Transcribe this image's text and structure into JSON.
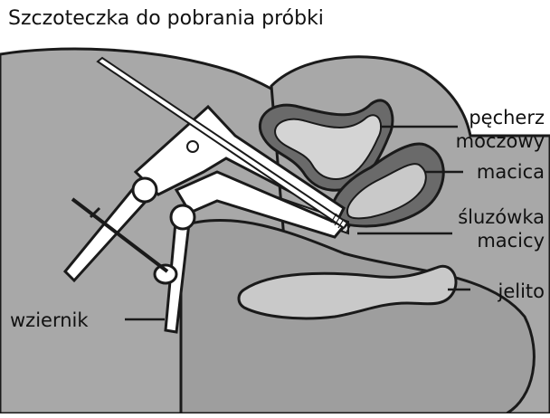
{
  "title": "Szczoteczka do pobrania próbki",
  "labels": {
    "pecherz_line1": "pęcherz",
    "pecherz_line2": "moczowy",
    "macica": "macica",
    "sluzowka_line1": "śluzówka",
    "sluzowka_line2": "macicy",
    "jelito": "jelito",
    "wziernik": "wziernik"
  },
  "colors": {
    "background": "#ffffff",
    "tissue": "#a8a8a8",
    "tissue_dark": "#6a6a6a",
    "cavity": "#c9c9c9",
    "organ_light": "#d4d4d4",
    "outline": "#1a1a1a"
  }
}
